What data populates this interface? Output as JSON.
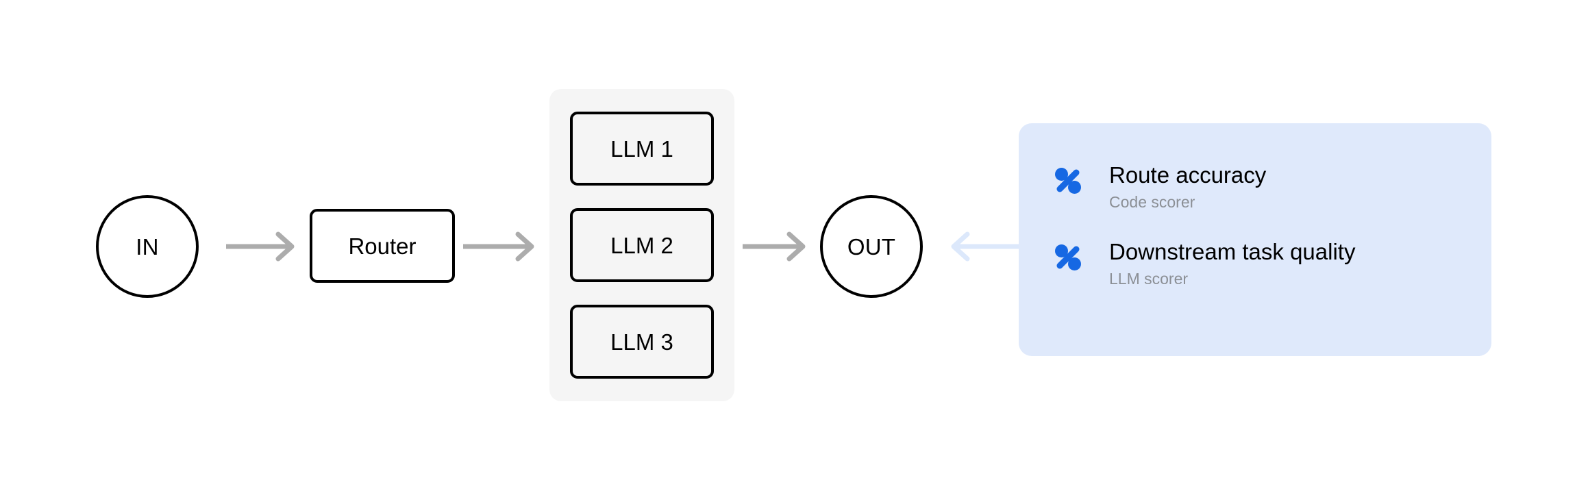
{
  "diagram": {
    "title": "LLM router pipeline with evaluation scorers",
    "colors": {
      "stroke": "#000000",
      "arrow_gray": "#acacac",
      "arrow_blue": "#dce8fb",
      "stack_background": "#f5f5f5",
      "panel_background": "#dfe9fb",
      "icon_blue": "#1668e3",
      "subtitle_gray": "#8b8f95",
      "canvas": "#ffffff"
    },
    "nodes": {
      "input": {
        "label": "IN",
        "shape": "circle"
      },
      "router": {
        "label": "Router",
        "shape": "rounded-rect"
      },
      "output": {
        "label": "OUT",
        "shape": "circle"
      }
    },
    "llm_stack": {
      "items": [
        {
          "label": "LLM 1"
        },
        {
          "label": "LLM 2"
        },
        {
          "label": "LLM 3"
        }
      ]
    },
    "arrows": [
      {
        "name": "in-to-router",
        "direction": "right",
        "color": "gray"
      },
      {
        "name": "router-to-llm",
        "direction": "right",
        "color": "gray"
      },
      {
        "name": "llm-to-out",
        "direction": "right",
        "color": "gray"
      },
      {
        "name": "scorers-to-out",
        "direction": "left",
        "color": "blue"
      }
    ],
    "scorer_panel": {
      "rows": [
        {
          "icon": "percent-icon",
          "title": "Route accuracy",
          "subtitle": "Code scorer"
        },
        {
          "icon": "percent-icon",
          "title": "Downstream task quality",
          "subtitle": "LLM scorer"
        }
      ]
    }
  }
}
